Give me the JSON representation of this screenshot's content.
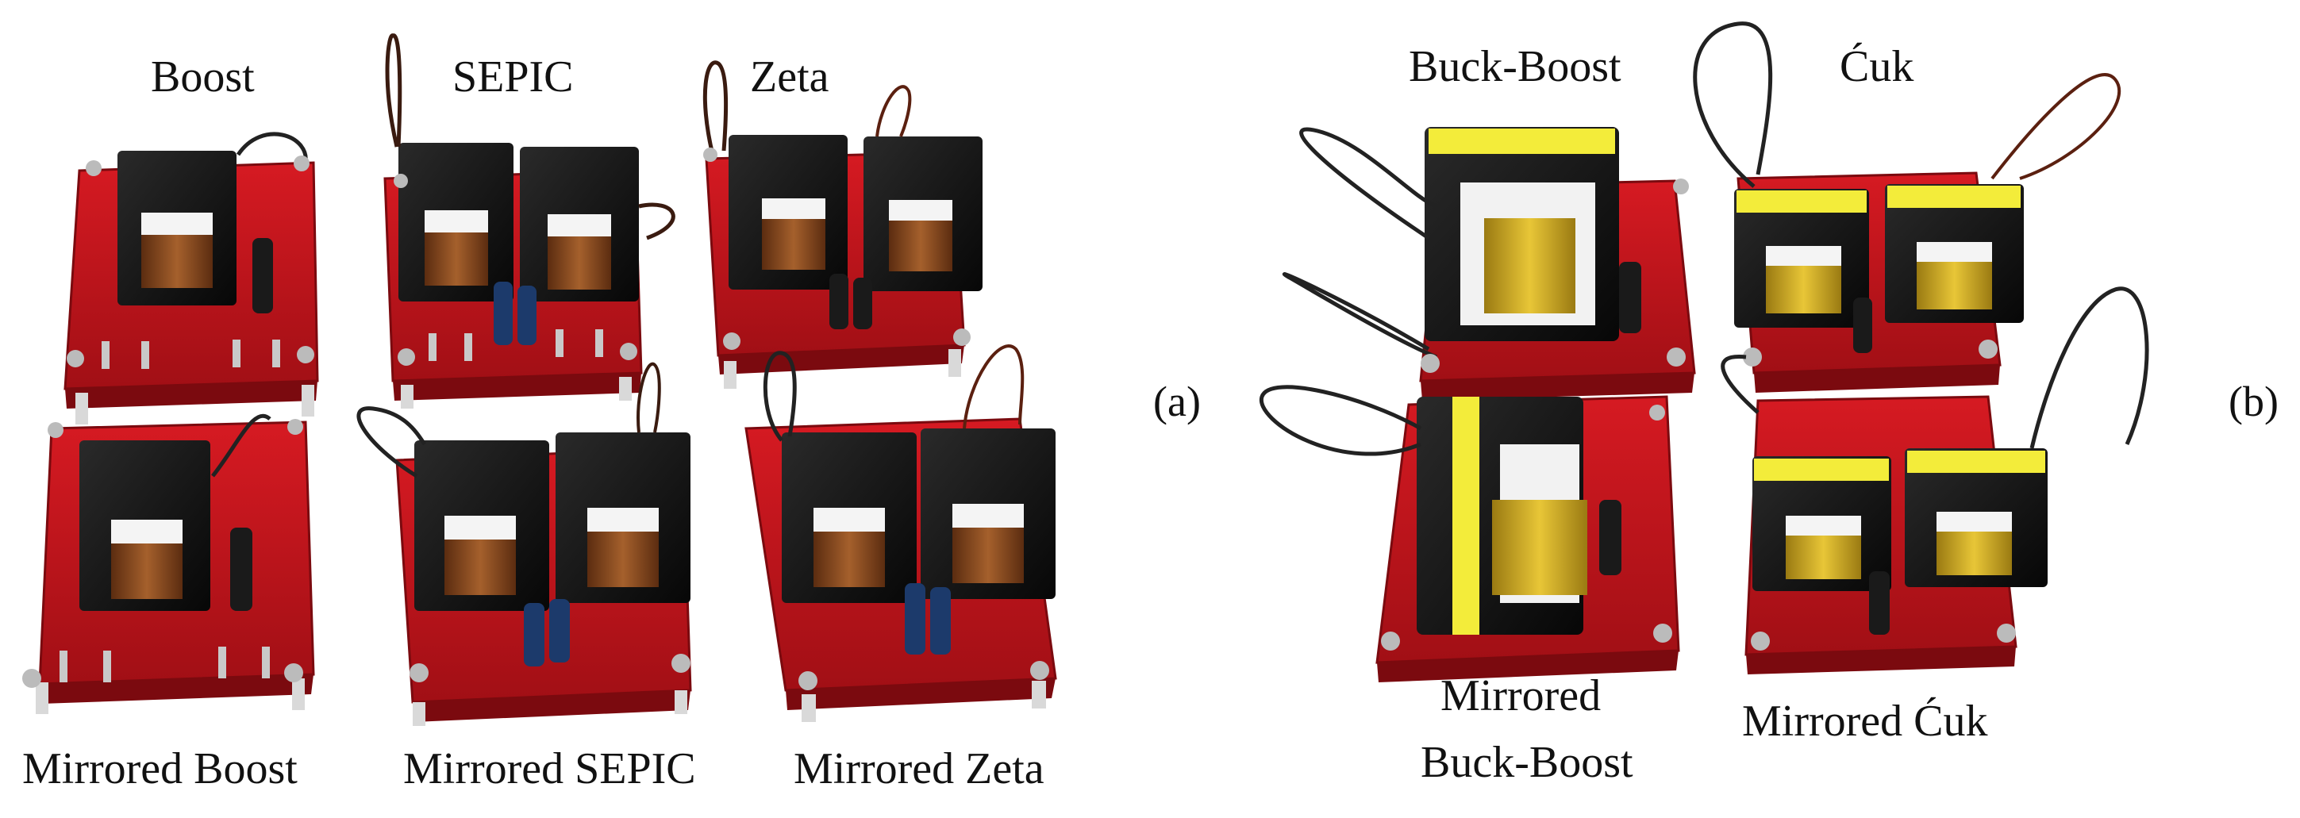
{
  "panel_a": {
    "marker": "(a)",
    "top_row": [
      "Boost",
      "SEPIC",
      "Zeta"
    ],
    "bottom_row": [
      "Mirrored Boost",
      "Mirrored SEPIC",
      "Mirrored Zeta"
    ]
  },
  "panel_b": {
    "marker": "(b)",
    "top_row": [
      "Buck-Boost",
      "Ćuk"
    ],
    "bottom_row": [
      "Mirrored\nBuck-Boost",
      "Mirrored Ćuk"
    ],
    "bottom_row_line1": "Mirrored",
    "bottom_row_line2": "Buck-Boost"
  },
  "colors": {
    "pcb_red": "#c8141c",
    "pcb_red_dark": "#8e0b10",
    "transformer_black": "#141414",
    "bobbin_white": "#f2f2f2",
    "copper": "#8a4a20",
    "tape_yellow": "#f3ec3a",
    "capacitor_blue": "#1c3a6b"
  }
}
